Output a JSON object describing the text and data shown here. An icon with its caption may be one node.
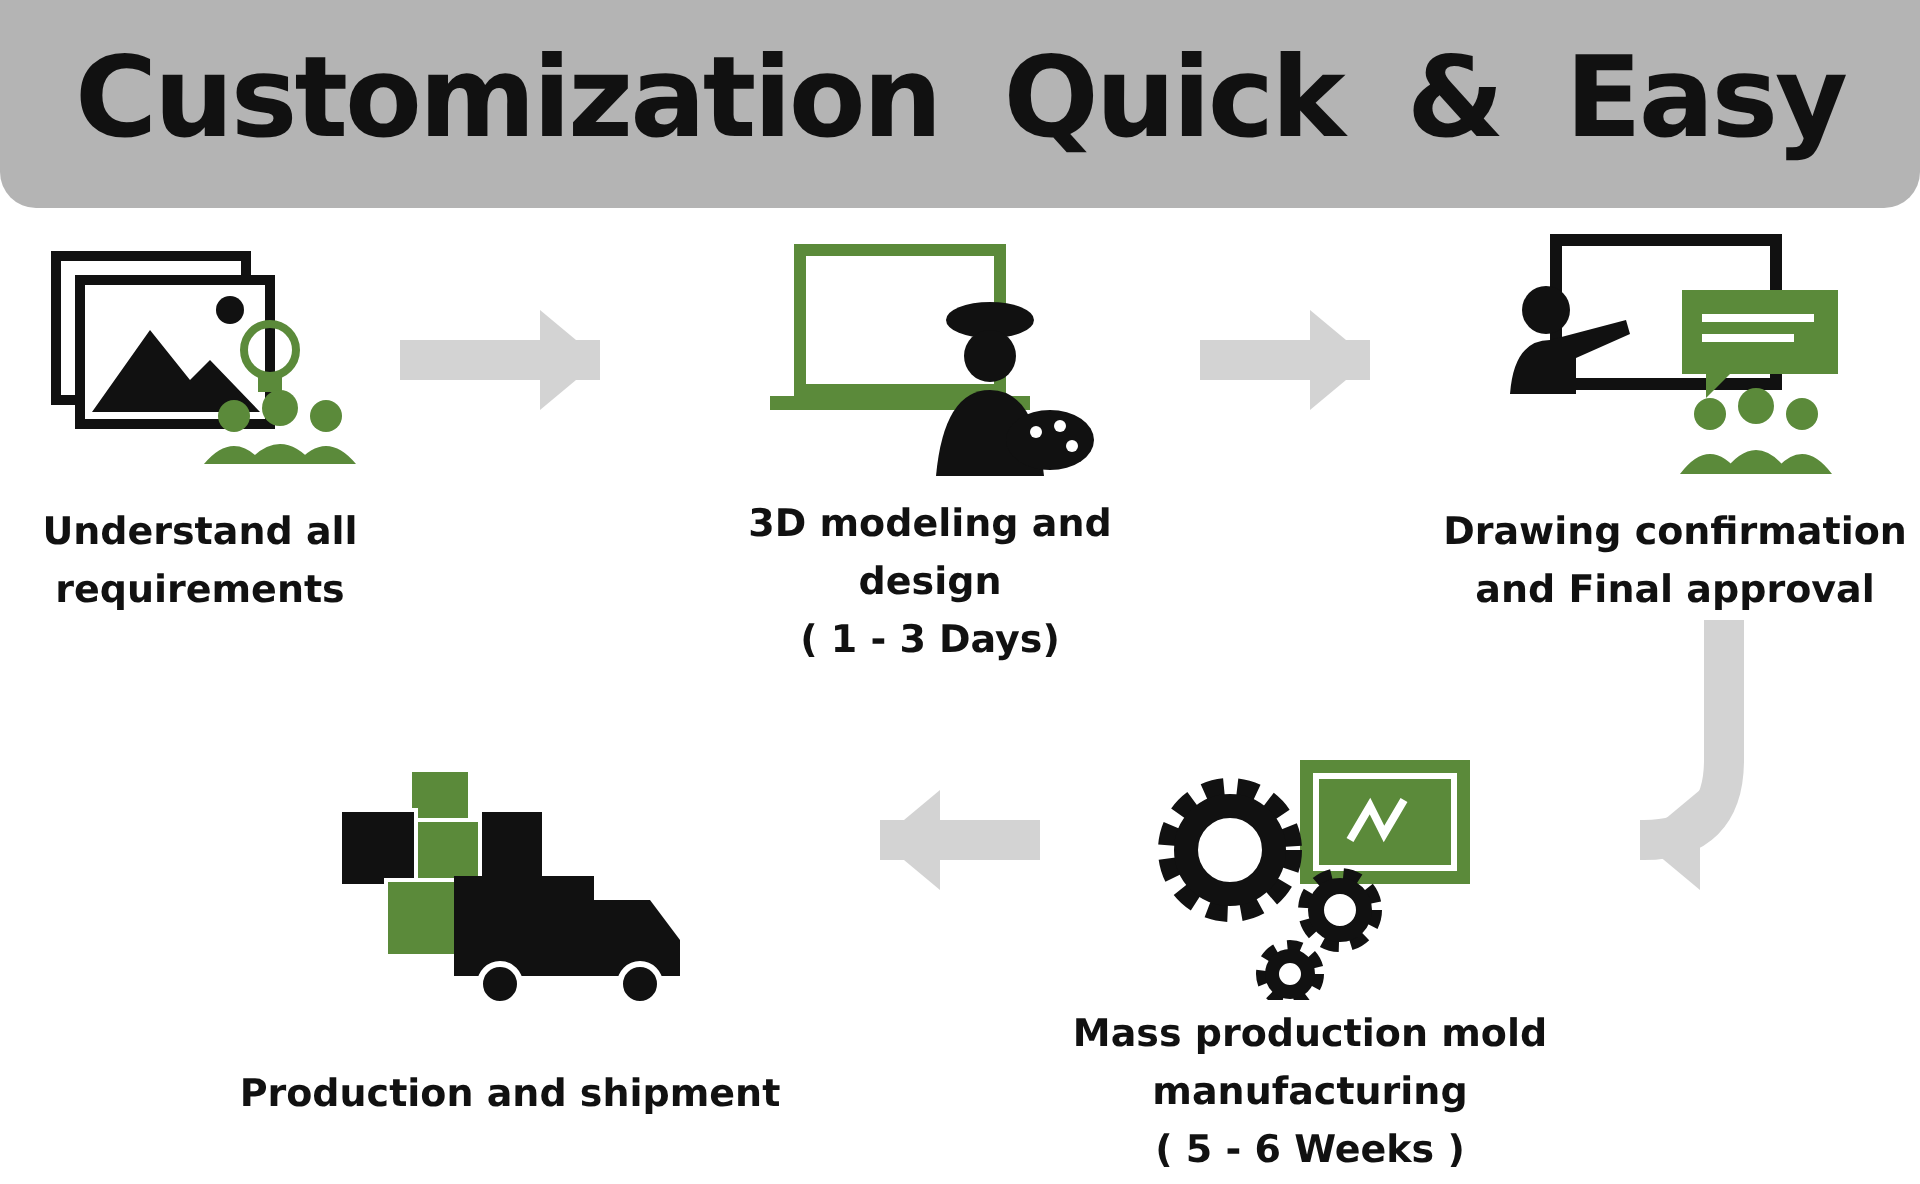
{
  "diagram": {
    "title": "Customization Quick & Easy",
    "nodes": [
      {
        "text": [
          "Understand all requirements"
        ]
      },
      {
        "text": [
          "3D modeling and design",
          "( 1 - 3 Days)"
        ]
      },
      {
        "text": [
          "Drawing confirmation and Final approval"
        ]
      },
      {
        "text": [
          "Mass production mold manufacturing",
          "( 5 - 6 Weeks )"
        ]
      },
      {
        "text": [
          "Production and shipment"
        ]
      }
    ],
    "edges": [
      {
        "from": 0,
        "to": 1,
        "arrow": "to"
      },
      {
        "from": 1,
        "to": 2,
        "arrow": "to"
      },
      {
        "from": 2,
        "to": 3,
        "arrow": "to"
      },
      {
        "from": 3,
        "to": 4,
        "arrow": "to"
      }
    ]
  }
}
